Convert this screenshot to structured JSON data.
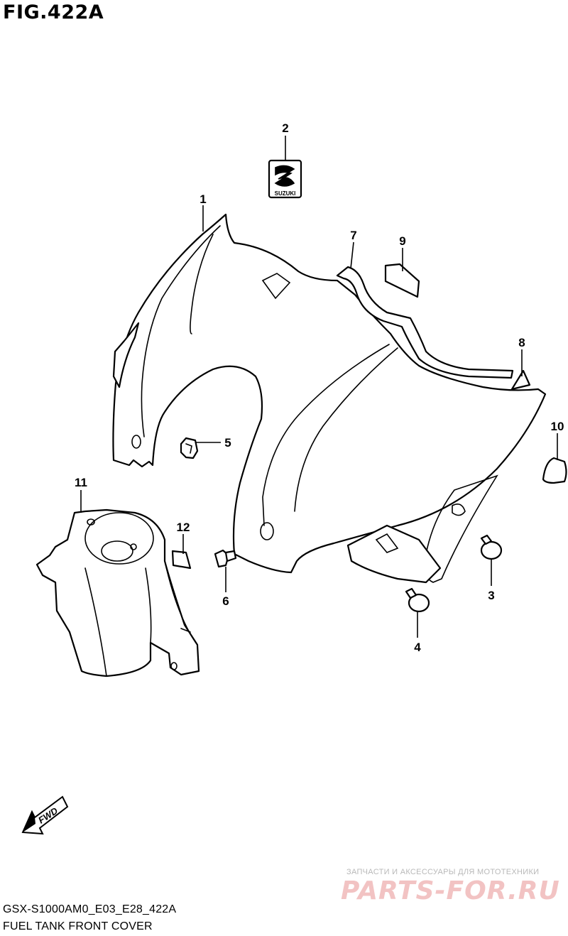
{
  "figure": {
    "title": "FIG.422A",
    "code": "GSX-S1000AM0_E03_E28_422A",
    "caption": "FUEL TANK FRONT COVER"
  },
  "callouts": [
    "1",
    "2",
    "3",
    "4",
    "5",
    "6",
    "7",
    "8",
    "9",
    "10",
    "11",
    "12"
  ],
  "emblem_text": "SUZUKI",
  "fwd_text": "FWD",
  "watermark": {
    "tagline": "ЗАПЧАСТИ И АКСЕССУАРЫ ДЛЯ МОТОТЕХНИКИ",
    "logo": "PARTS-FOR.RU"
  },
  "colors": {
    "line": "#000000",
    "background": "#ffffff",
    "watermark": "#f2c3c3"
  }
}
